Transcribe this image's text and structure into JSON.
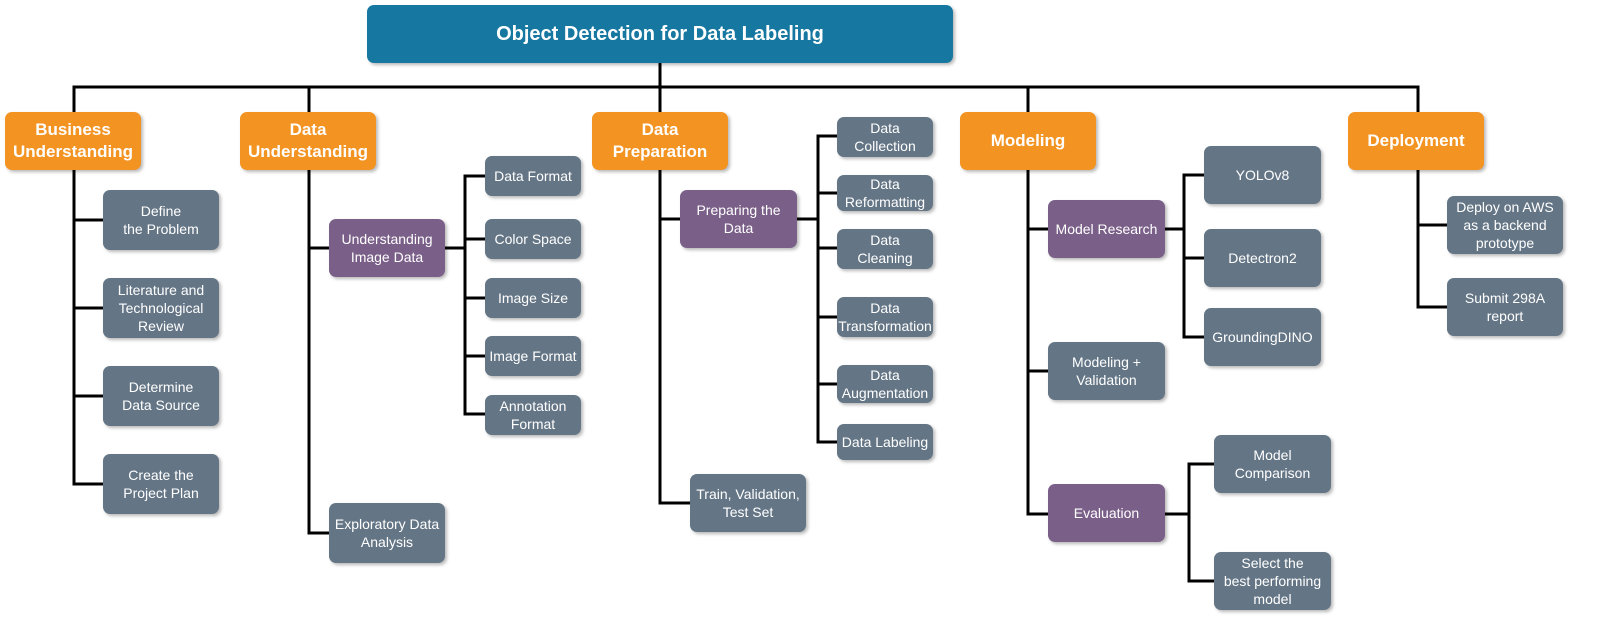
{
  "title": "Object Detection for Data Labeling",
  "phases": {
    "business": {
      "label": "Business\nUnderstanding",
      "items": [
        "Define\nthe Problem",
        "Literature and\nTechnological\nReview",
        "Determine\nData Source",
        "Create the\nProject Plan"
      ]
    },
    "data_understanding": {
      "label": "Data\nUnderstanding",
      "understanding_image_data": {
        "label": "Understanding\nImage Data",
        "items": [
          "Data Format",
          "Color Space",
          "Image Size",
          "Image Format",
          "Annotation\nFormat"
        ]
      },
      "eda": "Exploratory Data\nAnalysis"
    },
    "data_preparation": {
      "label": "Data\nPreparation",
      "preparing_the_data": {
        "label": "Preparing the\nData",
        "items": [
          "Data\nCollection",
          "Data\nReformatting",
          "Data\nCleaning",
          "Data\nTransformation",
          "Data\nAugmentation",
          "Data Labeling"
        ]
      },
      "split": "Train, Validation,\nTest Set"
    },
    "modeling": {
      "label": "Modeling",
      "model_research": {
        "label": "Model Research",
        "items": [
          "YOLOv8",
          "Detectron2",
          "GroundingDINO"
        ]
      },
      "modeling_validation": "Modeling +\nValidation",
      "evaluation": {
        "label": "Evaluation",
        "items": [
          "Model\nComparison",
          "Select the\nbest performing\nmodel"
        ]
      }
    },
    "deployment": {
      "label": "Deployment",
      "items": [
        "Deploy on AWS\nas a backend\nprototype",
        "Submit 298A\nreport"
      ]
    }
  },
  "colors": {
    "title": "#1677a0",
    "phase": "#f39322",
    "subgroup": "#7a5f88",
    "leaf": "#647585",
    "connector": "#000000"
  }
}
